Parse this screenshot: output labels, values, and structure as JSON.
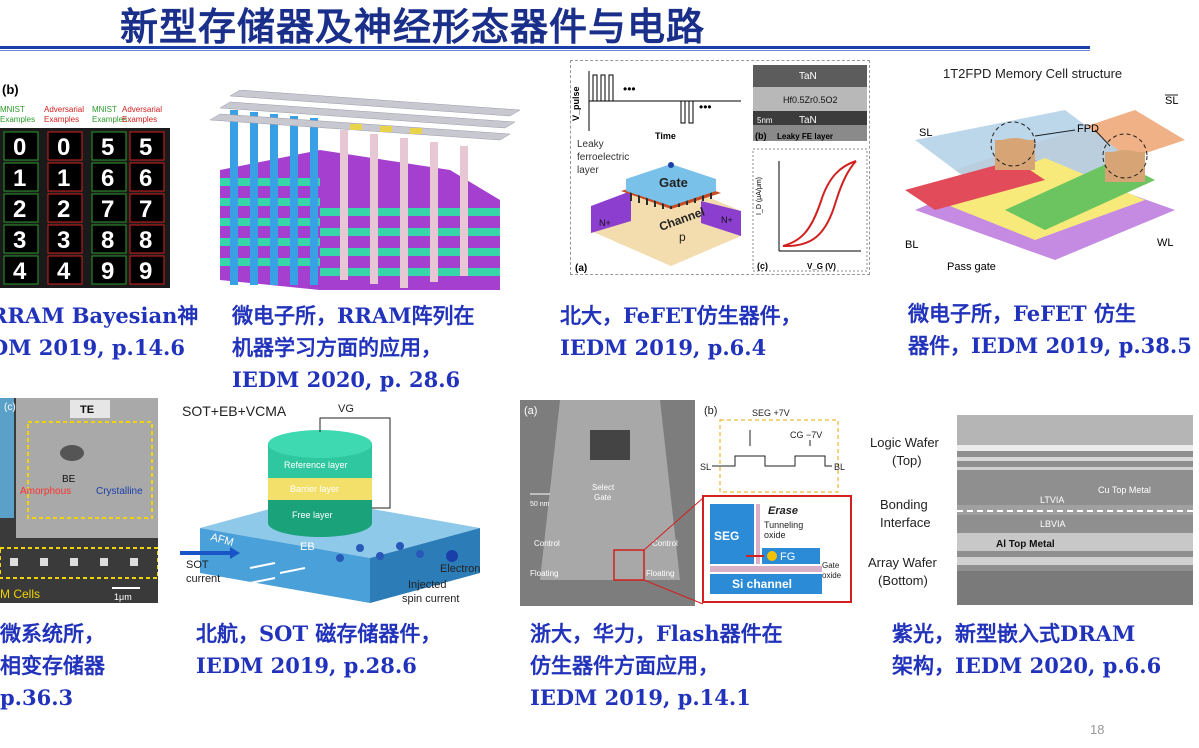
{
  "slide": {
    "title": "新型存储器及神经形态器件与电路",
    "page_number": "18"
  },
  "row1": {
    "p1": {
      "label": "(b)",
      "headers": [
        "MNIST Examples",
        "Adversarial Examples",
        "MNIST Examples",
        "Adversarial Examples"
      ],
      "digits": [
        [
          "0",
          "0",
          "5",
          "5"
        ],
        [
          "1",
          "1",
          "6",
          "6"
        ],
        [
          "2",
          "2",
          "7",
          "7"
        ],
        [
          "3",
          "3",
          "8",
          "8"
        ],
        [
          "4",
          "4",
          "9",
          "9"
        ]
      ],
      "caption": [
        "RRAM Bayesian神",
        "DM 2019, p.14.6"
      ]
    },
    "p2": {
      "caption": [
        "微电子所，RRAM阵列在",
        "机器学习方面的应用，",
        "IEDM 2020, p. 28.6"
      ]
    },
    "p3": {
      "ylabel": "V_pulse",
      "xlabel": "Time",
      "leaky_label": [
        "Leaky",
        "ferroelectric",
        "layer"
      ],
      "gate": "Gate",
      "channel": "Channel",
      "p": "p",
      "n_left": "N+",
      "n_right": "N+",
      "label_a": "(a)",
      "tan_top": "TaN",
      "hzo": "Hf0.5Zr0.5O2",
      "tan_bot": "TaN",
      "scale": "5nm",
      "label_b": "(b)",
      "leaky_fe": "Leaky FE layer",
      "label_c": "(c)",
      "iv_xlabel": "V_G (V)",
      "iv_ylabel": "I_D (μA/μm)",
      "caption": [
        "北大，FeFET仿生器件，",
        "IEDM 2019, p.6.4"
      ]
    },
    "p4": {
      "title": "1T2FPD Memory Cell structure",
      "sl": "SL",
      "sl_bar": "SL",
      "fpd": "FPD",
      "bl": "BL",
      "wl": "WL",
      "pass_gate": "Pass gate",
      "caption": [
        "微电子所，FeFET 仿生",
        "器件，IEDM 2019, p.38.5"
      ]
    }
  },
  "row2": {
    "p5": {
      "label_c": "(c)",
      "te": "TE",
      "be": "BE",
      "amorphous": "Amorphous",
      "crystalline": "Crystalline",
      "cells": "M Cells",
      "scale": "1μm",
      "caption": [
        "微系统所，",
        "相变存储器",
        "p.36.3"
      ]
    },
    "p6": {
      "title": "SOT+EB+VCMA",
      "vg": "VG",
      "reference": "Reference layer",
      "barrier": "Barrier layer",
      "free": "Free layer",
      "afm": "AFM",
      "eb": "EB",
      "sot_current": [
        "SOT",
        "current"
      ],
      "electron": "Electron",
      "injected": [
        "Injected",
        "spin current"
      ],
      "caption": [
        "北航，SOT 磁存储器件，",
        "IEDM 2019, p.28.6"
      ]
    },
    "p7": {
      "label_a": "(a)",
      "label_b": "(b)",
      "seg_v": "SEG +7V",
      "cg_v": "CG −7V",
      "sl": "SL",
      "bl": "BL",
      "scale": "50 nm",
      "select": [
        "Select",
        "Gate"
      ],
      "control_l": "Control",
      "control_r": "Control",
      "floating_l": "Floating",
      "floating_r": "Floating",
      "erase": "Erase",
      "seg": "SEG",
      "tunneling": [
        "Tunneling",
        "oxide"
      ],
      "fg": "FG",
      "gate_oxide": [
        "Gate",
        "oxide"
      ],
      "si_channel": "Si channel",
      "caption": [
        "浙大，华力，Flash器件在",
        "仿生器件方面应用，",
        "IEDM 2019, p.14.1"
      ]
    },
    "p8": {
      "logic": [
        "Logic Wafer",
        "(Top)"
      ],
      "bonding": [
        "Bonding",
        "Interface"
      ],
      "array": [
        "Array Wafer",
        "(Bottom)"
      ],
      "cu_top": "Cu Top Metal",
      "ltvia": "LTVIA",
      "lbvia": "LBVIA",
      "al_top": "Al Top Metal",
      "caption": [
        "紫光，新型嵌入式DRAM",
        "架构，IEDM 2020, p.6.6"
      ]
    }
  }
}
